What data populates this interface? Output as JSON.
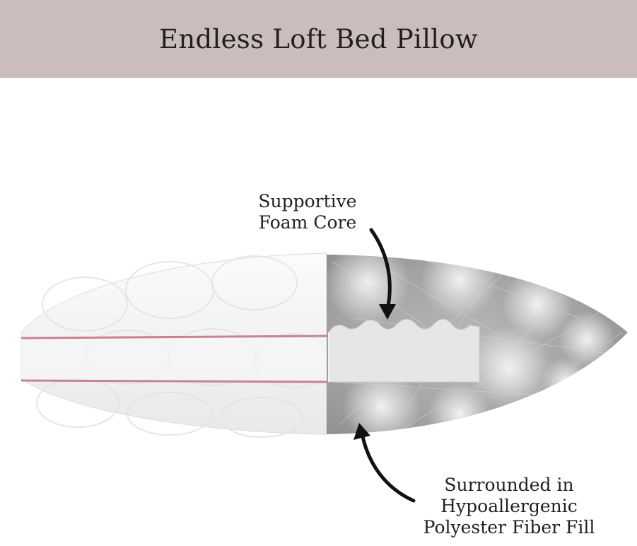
{
  "header": {
    "title": "Endless Loft Bed Pillow",
    "background_color": "#cbbdbd"
  },
  "illustration": {
    "piping_color": "#c9838f",
    "fill_color": "#9e9e9e",
    "foam_color": "#e6e6e6"
  },
  "callouts": {
    "foam_core": {
      "lines": [
        "Supportive",
        "Foam Core"
      ]
    },
    "fiber_fill": {
      "lines": [
        "Surrounded in",
        "Hypoallergenic",
        "Polyester Fiber Fill"
      ]
    }
  }
}
